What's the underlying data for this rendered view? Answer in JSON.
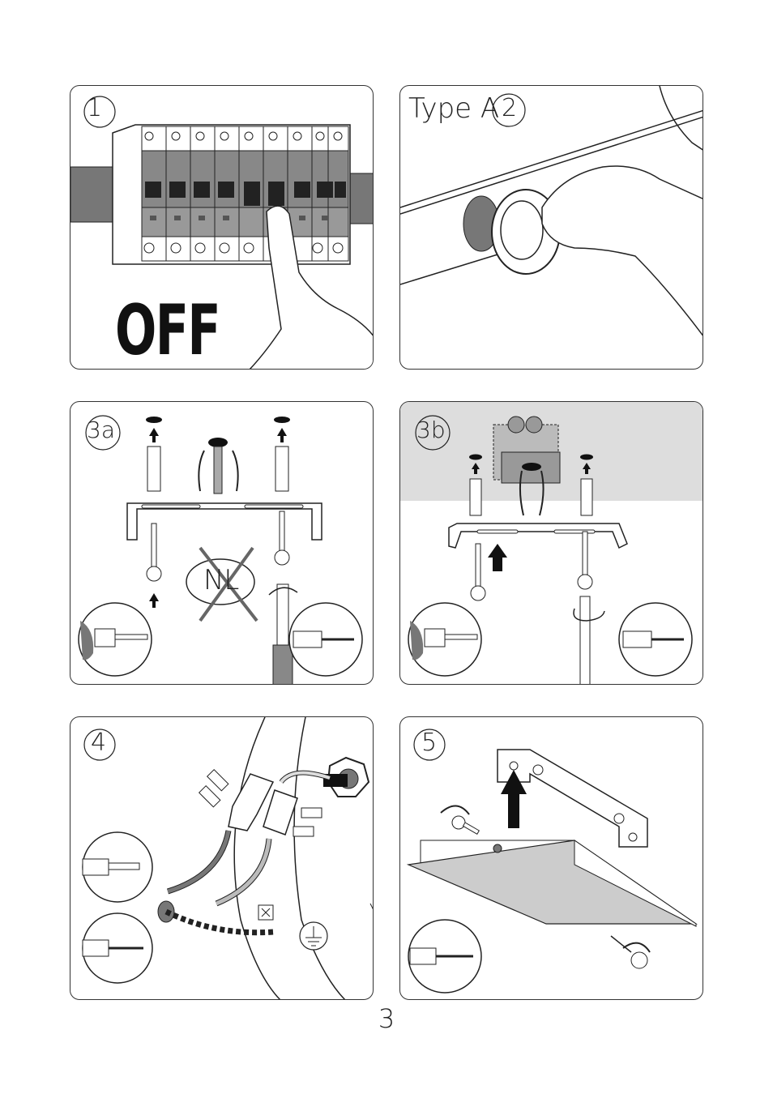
{
  "panels": {
    "p1": {
      "label": "1",
      "text": "OFF"
    },
    "p2": {
      "label": "2",
      "type_text": "Type A"
    },
    "p3a": {
      "label": "3a",
      "warning_text": "NL"
    },
    "p3b": {
      "label": "3b"
    },
    "p4": {
      "label": "4"
    },
    "p5": {
      "label": "5"
    }
  },
  "page_number": "3",
  "icons": [
    "breaker-icon",
    "finger-icon",
    "grommet-icon",
    "wall-plug-icon",
    "screw-icon",
    "drill-icon",
    "screwdriver-icon",
    "junction-box-icon",
    "connector-block-icon",
    "earth-icon",
    "rotate-icon",
    "arrow-up-icon"
  ]
}
